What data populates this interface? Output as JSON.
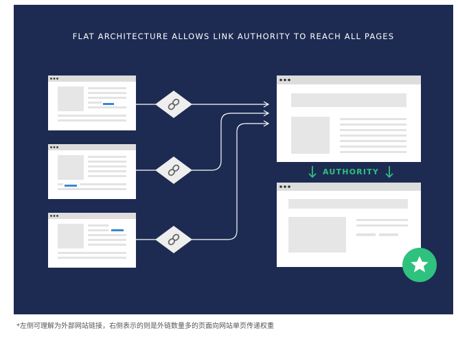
{
  "title": "FLAT ARCHITECTURE ALLOWS LINK AUTHORITY TO REACH ALL PAGES",
  "authority_label": "AUTHORITY",
  "caption": "*左侧可理解为外部网站链接，右侧表示的则是外链数量多的页面向网站单页传递权重",
  "colors": {
    "background": "#1d2b52",
    "accent_green": "#2ec27e",
    "link_blue": "#3a86d1",
    "window_bar": "#dddddd",
    "placeholder": "#e6e6e6"
  },
  "icons": {
    "link": "chain-link-icon",
    "star": "star-icon",
    "arrow": "arrow-down-icon"
  },
  "nodes": [
    {
      "id": "external-site-1",
      "type": "browser-window"
    },
    {
      "id": "external-site-2",
      "type": "browser-window"
    },
    {
      "id": "external-site-3",
      "type": "browser-window"
    },
    {
      "id": "strong-page",
      "type": "browser-window"
    },
    {
      "id": "target-page",
      "type": "browser-window",
      "badge": "star"
    }
  ],
  "edges": [
    {
      "from": "external-site-1",
      "to": "strong-page",
      "label_icon": "chain-link-icon"
    },
    {
      "from": "external-site-2",
      "to": "strong-page",
      "label_icon": "chain-link-icon"
    },
    {
      "from": "external-site-3",
      "to": "strong-page",
      "label_icon": "chain-link-icon"
    },
    {
      "from": "strong-page",
      "to": "target-page",
      "label": "AUTHORITY"
    }
  ]
}
